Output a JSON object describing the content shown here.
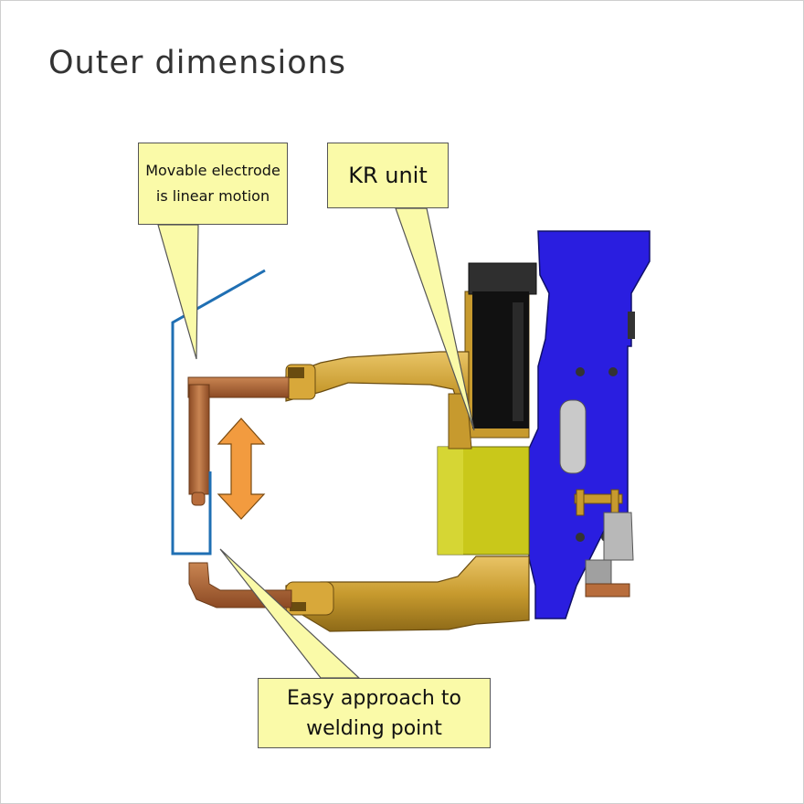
{
  "title": "Outer dimensions",
  "callouts": {
    "movable_electrode": [
      "Movable electrode",
      "is linear motion"
    ],
    "kr_unit": "KR unit",
    "easy_approach": [
      "Easy approach to",
      "welding point"
    ]
  },
  "colors": {
    "gun_body": "#2a1ee0",
    "arm_gold": "#c79a2e",
    "electrode_copper": "#b86d3c",
    "motion_arrow": "#f29b3f",
    "callout_fill": "#fafaa8",
    "outline_blue": "#1f6fb3",
    "kr_unit_yellow": "#c9c81a"
  }
}
